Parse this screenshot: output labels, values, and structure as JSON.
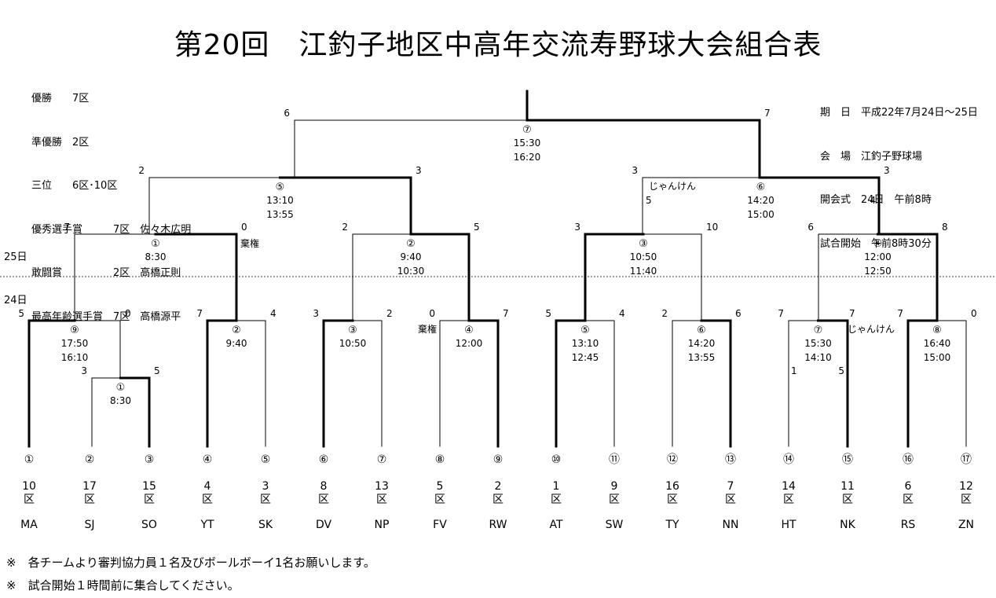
{
  "title": "第20回　江釣子地区中高年交流寿野球大会組合表",
  "awards": [
    "優勝　　7区",
    "準優勝　2区",
    "三位　　6区･10区",
    "優秀選手賞　　　7区　佐々木広明",
    "敢闘賞　　　　　2区　高橋正則",
    "最高年齢選手賞　7区　高橋源平"
  ],
  "meta": [
    "期　日　平成22年7月24日～25日",
    "会　場　江釣子野球場",
    "開会式　24日　午前8時",
    "試合開始　午前8時30分"
  ],
  "day_labels": {
    "day25": "25日",
    "day24": "24日"
  },
  "teams": [
    {
      "mark": "①",
      "num": "10",
      "ku": "区",
      "code": "MA"
    },
    {
      "mark": "②",
      "num": "17",
      "ku": "区",
      "code": "SJ"
    },
    {
      "mark": "③",
      "num": "15",
      "ku": "区",
      "code": "SO"
    },
    {
      "mark": "④",
      "num": "4",
      "ku": "区",
      "code": "YT"
    },
    {
      "mark": "⑤",
      "num": "3",
      "ku": "区",
      "code": "SK"
    },
    {
      "mark": "⑥",
      "num": "8",
      "ku": "区",
      "code": "DV"
    },
    {
      "mark": "⑦",
      "num": "13",
      "ku": "区",
      "code": "NP"
    },
    {
      "mark": "⑧",
      "num": "5",
      "ku": "区",
      "code": "FV"
    },
    {
      "mark": "⑨",
      "num": "2",
      "ku": "区",
      "code": "RW"
    },
    {
      "mark": "⑩",
      "num": "1",
      "ku": "区",
      "code": "AT"
    },
    {
      "mark": "⑪",
      "num": "9",
      "ku": "区",
      "code": "SW"
    },
    {
      "mark": "⑫",
      "num": "16",
      "ku": "区",
      "code": "TY"
    },
    {
      "mark": "⑬",
      "num": "7",
      "ku": "区",
      "code": "NN"
    },
    {
      "mark": "⑭",
      "num": "14",
      "ku": "区",
      "code": "HT"
    },
    {
      "mark": "⑮",
      "num": "11",
      "ku": "区",
      "code": "NK"
    },
    {
      "mark": "⑯",
      "num": "6",
      "ku": "区",
      "code": "RS"
    },
    {
      "mark": "⑰",
      "num": "12",
      "ku": "区",
      "code": "ZN"
    }
  ],
  "matches": [
    {
      "id": "day24-m1",
      "label": "①",
      "times": [
        "8:30"
      ],
      "left_score": "3",
      "right_score": "5",
      "winner": "right",
      "note": ""
    },
    {
      "id": "day24-m2",
      "label": "②",
      "times": [
        "9:40"
      ],
      "left_score": "7",
      "right_score": "4",
      "winner": "left",
      "note": ""
    },
    {
      "id": "day24-m3",
      "label": "③",
      "times": [
        "10:50"
      ],
      "left_score": "3",
      "right_score": "2",
      "winner": "left",
      "note": ""
    },
    {
      "id": "day24-m4",
      "label": "④",
      "times": [
        "12:00"
      ],
      "left_score": "0",
      "right_score": "7",
      "winner": "right",
      "note": "棄権"
    },
    {
      "id": "day24-m5",
      "label": "⑤",
      "times": [
        "13:10",
        "12:45"
      ],
      "left_score": "5",
      "right_score": "4",
      "winner": "left",
      "note": ""
    },
    {
      "id": "day24-m6",
      "label": "⑥",
      "times": [
        "14:20",
        "13:55"
      ],
      "left_score": "2",
      "right_score": "6",
      "winner": "right",
      "note": ""
    },
    {
      "id": "day24-m7",
      "label": "⑦",
      "times": [
        "15:30",
        "14:10"
      ],
      "left_score": "1",
      "right_score": "5",
      "winner": "right",
      "note": "じゃんけん",
      "top_scores": [
        "7",
        "7"
      ]
    },
    {
      "id": "day24-m8",
      "label": "⑧",
      "times": [
        "16:40",
        "15:00"
      ],
      "left_score": "7",
      "right_score": "0",
      "winner": "left",
      "note": ""
    },
    {
      "id": "day24-m9",
      "label": "⑨",
      "times": [
        "17:50",
        "16:10"
      ],
      "left_score": "5",
      "right_score": "0",
      "winner": "left",
      "note": ""
    },
    {
      "id": "day25-m1",
      "label": "①",
      "times": [
        "8:30"
      ],
      "left_score": "7",
      "right_score": "0",
      "winner": "right",
      "note": "棄権"
    },
    {
      "id": "day25-m2",
      "label": "②",
      "times": [
        "9:40",
        "10:30"
      ],
      "left_score": "2",
      "right_score": "5",
      "winner": "right",
      "note": ""
    },
    {
      "id": "day25-m3",
      "label": "③",
      "times": [
        "10:50",
        "11:40"
      ],
      "left_score": "3",
      "right_score": "10",
      "winner": "left",
      "note": ""
    },
    {
      "id": "day25-m4",
      "label": "④",
      "times": [
        "12:00",
        "12:50"
      ],
      "left_score": "6",
      "right_score": "8",
      "winner": "right",
      "note": ""
    },
    {
      "id": "day25-m5",
      "label": "⑤",
      "times": [
        "13:10",
        "13:55"
      ],
      "left_score": "2",
      "right_score": "3",
      "winner": "right",
      "note": ""
    },
    {
      "id": "day25-m6",
      "label": "⑥",
      "times": [
        "14:20",
        "15:00"
      ],
      "left_score": "3",
      "right_score": "3",
      "winner": "right",
      "note": "じゃんけん",
      "extra_scores": [
        "5",
        "4"
      ]
    },
    {
      "id": "final",
      "label": "⑦",
      "times": [
        "15:30",
        "16:20"
      ],
      "left_score": "6",
      "right_score": "7",
      "winner": "right",
      "note": ""
    }
  ],
  "notes": [
    "※　各チームより審判協力員１名及びボールボーイ1名お願いします。",
    "※　試合開始１時間前に集合してください。"
  ]
}
